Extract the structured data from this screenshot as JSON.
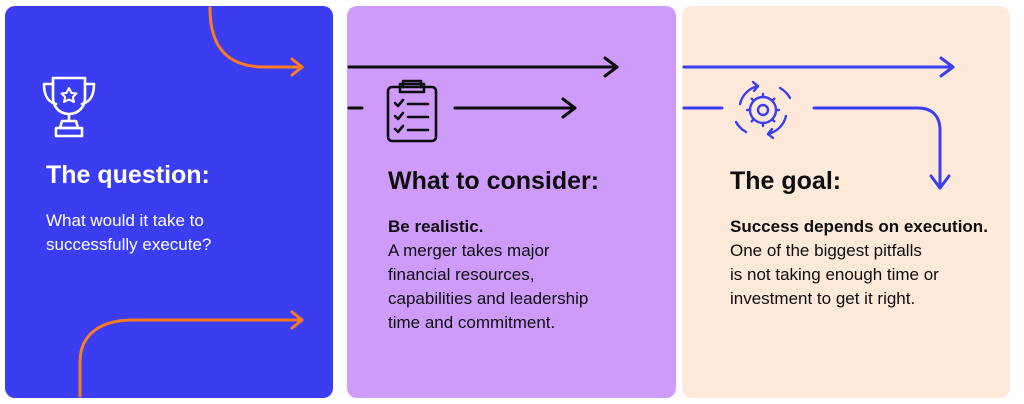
{
  "colors": {
    "blue": "#3a3df0",
    "purple": "#cf9bfb",
    "peach": "#fde9d9",
    "orange": "#ff7a21",
    "black": "#0d0d0d",
    "white": "#ffffff"
  },
  "panels": [
    {
      "icon": "trophy-icon",
      "heading": "The question:",
      "lead": "",
      "lines": [
        "What would it take to",
        "successfully execute?"
      ]
    },
    {
      "icon": "clipboard-checklist-icon",
      "heading": "What to consider:",
      "lead": "Be realistic.",
      "lines": [
        "A merger takes major",
        "financial resources,",
        "capabilities and leadership",
        "time and commitment."
      ]
    },
    {
      "icon": "gear-cycle-icon",
      "heading": "The goal:",
      "lead": "Success depends on execution.",
      "lines": [
        "One of the biggest pitfalls",
        "is not taking enough time or",
        "investment to get it right."
      ]
    }
  ]
}
